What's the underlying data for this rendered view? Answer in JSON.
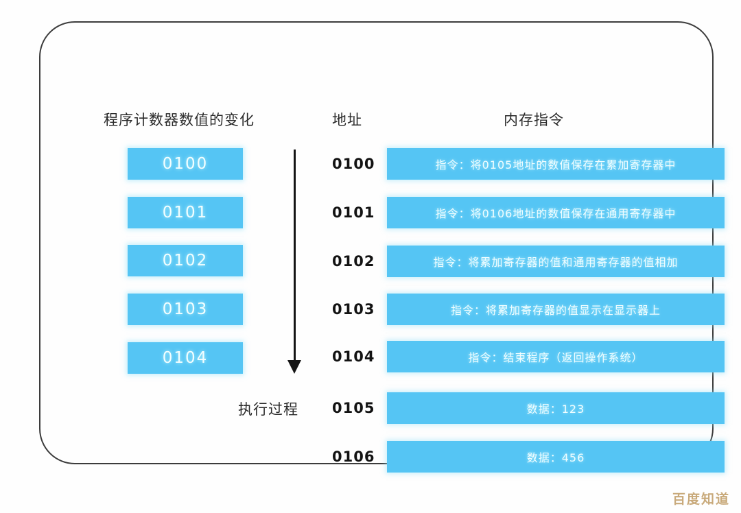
{
  "headers": {
    "program_counter": "程序计数器数值的变化",
    "address": "地址",
    "memory_instruction": "内存指令"
  },
  "flow": {
    "exec_label": "执行过程",
    "arrow": "down-arrow"
  },
  "program_counter_values": [
    {
      "value": "0100"
    },
    {
      "value": "0101"
    },
    {
      "value": "0102"
    },
    {
      "value": "0103"
    },
    {
      "value": "0104"
    }
  ],
  "memory_rows": [
    {
      "address": "0100",
      "content": "指令：将0105地址的数值保存在累加寄存器中"
    },
    {
      "address": "0101",
      "content": "指令：将0106地址的数值保存在通用寄存器中"
    },
    {
      "address": "0102",
      "content": "指令：将累加寄存器的值和通用寄存器的值相加"
    },
    {
      "address": "0103",
      "content": "指令：将累加寄存器的值显示在显示器上"
    },
    {
      "address": "0104",
      "content": "指令：结束程序（返回操作系统）"
    },
    {
      "address": "0105",
      "content": "数据：123"
    },
    {
      "address": "0106",
      "content": "数据：456"
    }
  ],
  "watermark": "百度知道",
  "colors": {
    "bar_blue": "#55c5f4",
    "bar_text": "#f0fdff",
    "card_border": "#3c3c3c",
    "arrow": "#151515",
    "watermark": "#c8a97a",
    "background": "#fefefe"
  }
}
